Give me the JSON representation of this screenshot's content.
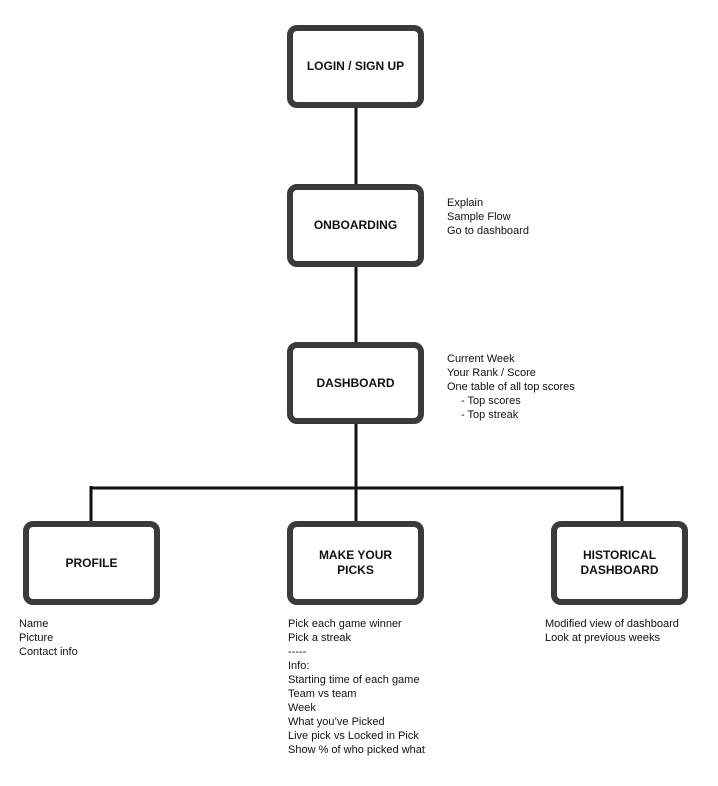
{
  "nodes": {
    "login": "LOGIN / SIGN UP",
    "onboarding": "ONBOARDING",
    "dashboard": "DASHBOARD",
    "profile": "PROFILE",
    "make_picks": "MAKE YOUR PICKS",
    "historical": "HISTORICAL DASHBOARD"
  },
  "notes": {
    "onboarding": [
      "Explain",
      "Sample Flow",
      "Go to dashboard"
    ],
    "dashboard": [
      "Current Week",
      "Your Rank / Score",
      "One table of all top scores",
      "- Top scores",
      "- Top streak"
    ],
    "profile": [
      "Name",
      "Picture",
      "Contact info"
    ],
    "make_picks": [
      "Pick each game winner",
      "Pick a streak",
      "-----",
      "Info:",
      "Starting time of each game",
      "Team vs team",
      "Week",
      "What you’ve Picked",
      "Live pick vs Locked in Pick",
      "Show % of who picked what"
    ],
    "historical": [
      "Modified view of dashboard",
      "Look at previous weeks"
    ]
  }
}
